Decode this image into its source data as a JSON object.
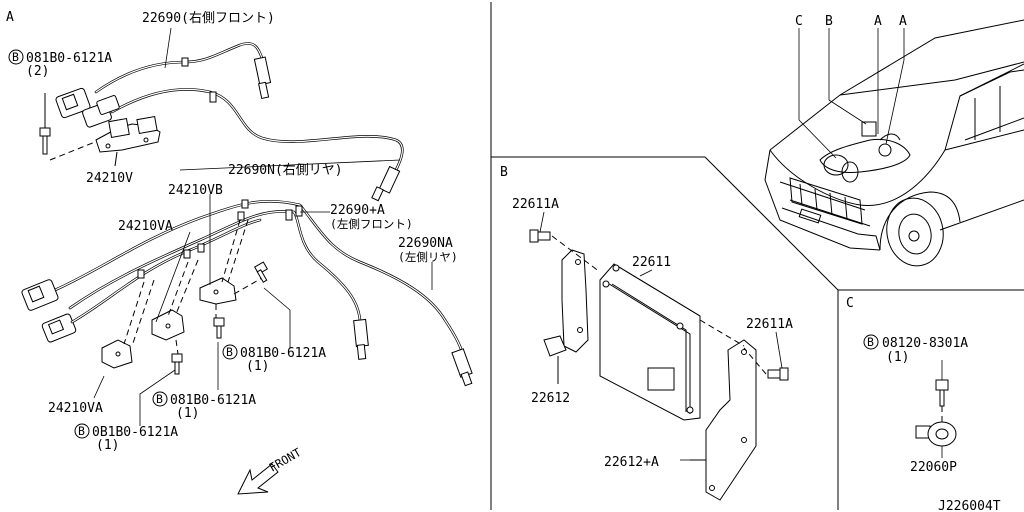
{
  "sections": {
    "a": "A",
    "b": "B",
    "c": "C"
  },
  "bolt_prefix": "B",
  "a_labels": {
    "p22690": "22690(右側フロント)",
    "bolt1_num": "081B0-6121A",
    "bolt1_qty": "(2)",
    "p24210v": "24210V",
    "p22690n": "22690N(右側リヤ)",
    "p24210vb": "24210VB",
    "p22690a": "22690+A",
    "p22690a_sub": "(左側フロント)",
    "p24210va_top": "24210VA",
    "p22690na": "22690NA",
    "p22690na_sub": "(左側リヤ)",
    "bolt2_num": "081B0-6121A",
    "bolt2_qty": "(1)",
    "p24210va_bot": "24210VA",
    "bolt3_num": "081B0-6121A",
    "bolt3_qty": "(1)",
    "bolt4_num": "0B1B0-6121A",
    "bolt4_qty": "(1)",
    "front": "FRONT"
  },
  "b_labels": {
    "p22611a_top": "22611A",
    "p22611": "22611",
    "p22611a_right": "22611A",
    "p22612": "22612",
    "p22612a": "22612+A"
  },
  "c_labels": {
    "bolt_num": "08120-8301A",
    "bolt_qty": "(1)",
    "p22060p": "22060P"
  },
  "vehicle_labels": {
    "c": "C",
    "b": "B",
    "a1": "A",
    "a2": "A"
  },
  "diagram_code": "J226004T"
}
